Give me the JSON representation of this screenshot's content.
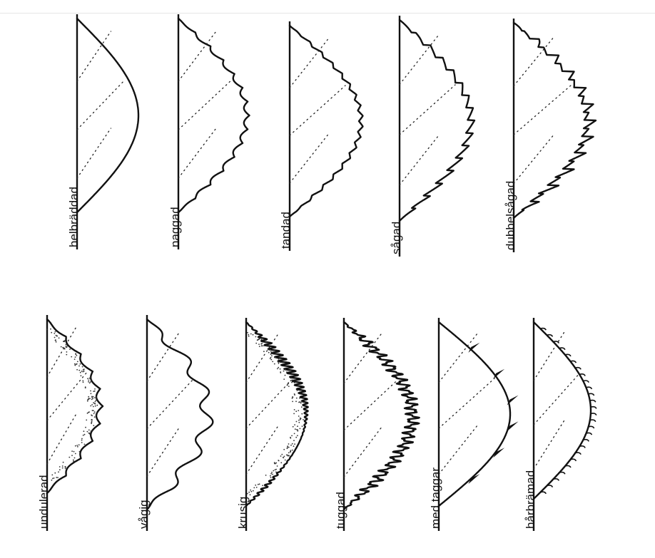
{
  "diagram": {
    "top_row": [
      {
        "id": "helbraddad",
        "label": "helbräddad",
        "type": "smooth"
      },
      {
        "id": "naggad",
        "label": "naggad",
        "type": "crenate"
      },
      {
        "id": "tandad",
        "label": "tandad",
        "type": "dentate"
      },
      {
        "id": "sagad",
        "label": "sågad",
        "type": "serrate"
      },
      {
        "id": "dubbelsagad",
        "label": "dubbelsågad",
        "type": "doubleserrate"
      }
    ],
    "bottom_row": [
      {
        "id": "undulerad",
        "label": "undulerad",
        "type": "undulate"
      },
      {
        "id": "vagig",
        "label": "vågig",
        "type": "sinuate"
      },
      {
        "id": "krusig",
        "label": "krusig",
        "type": "crisped"
      },
      {
        "id": "tuggad",
        "label": "tuggad",
        "type": "erose"
      },
      {
        "id": "med-taggar",
        "label": "med taggar",
        "type": "spiny"
      },
      {
        "id": "harbramad",
        "label": "hårbrämad",
        "type": "ciliate"
      }
    ]
  }
}
